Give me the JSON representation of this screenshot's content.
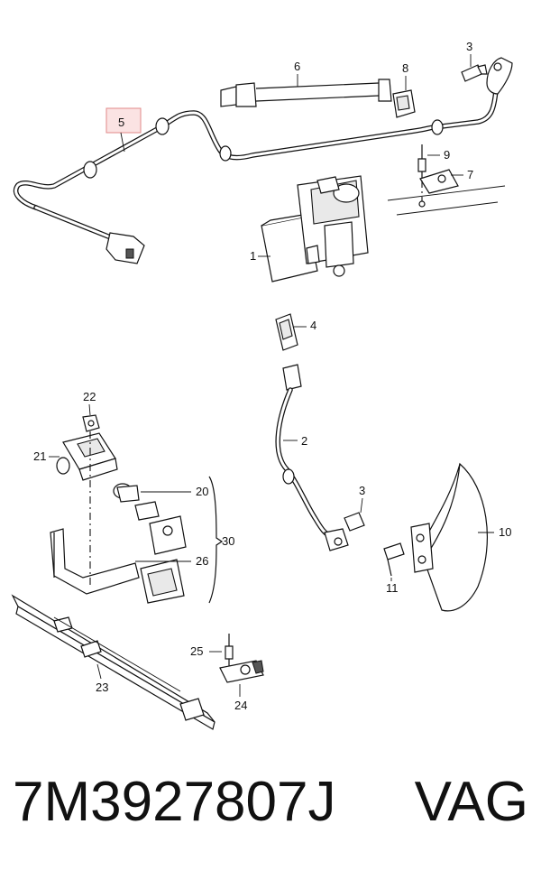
{
  "diagram": {
    "highlighted_label": "5",
    "labels": {
      "p1": "1",
      "p2": "2",
      "p3a": "3",
      "p3b": "3",
      "p4": "4",
      "p5": "5",
      "p6": "6",
      "p7": "7",
      "p8": "8",
      "p9": "9",
      "p10": "10",
      "p11": "11",
      "p20": "20",
      "p21": "21",
      "p22": "22",
      "p23": "23",
      "p24": "24",
      "p25": "25",
      "p26": "26",
      "p30": "30"
    }
  },
  "footer": {
    "part_number": "7M3927807J",
    "brand": "VAG"
  },
  "colors": {
    "highlight_fill": "#fbe3e3",
    "highlight_stroke": "#e08a8a"
  }
}
